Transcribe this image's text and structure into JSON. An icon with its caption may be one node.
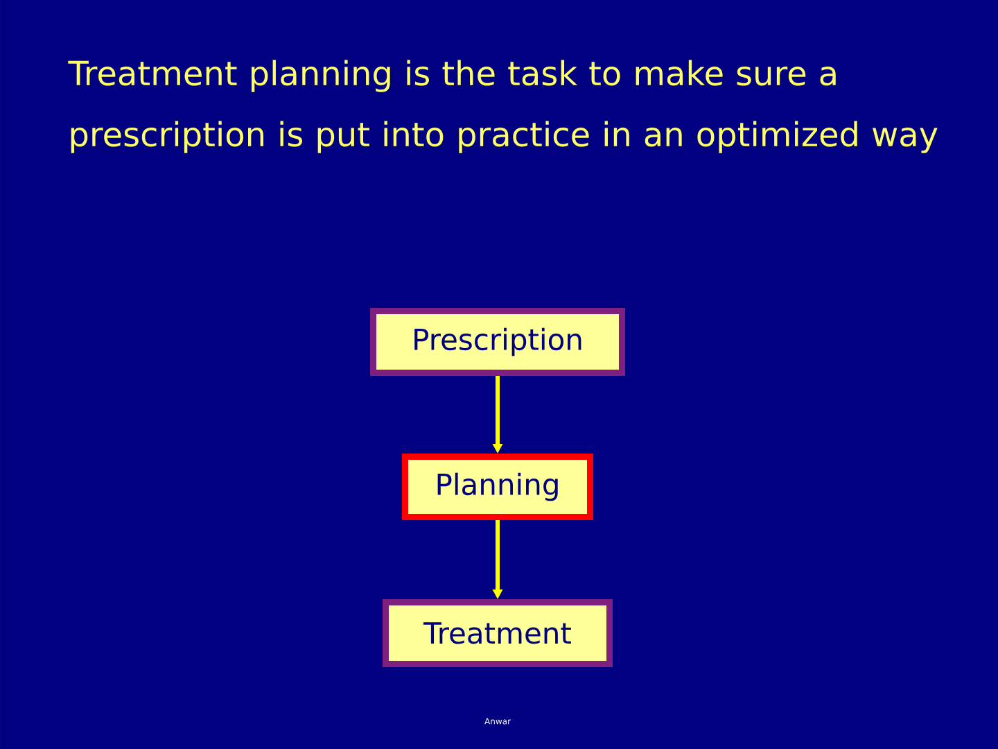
{
  "diagram": {
    "title": "Treatment planning is the task to make sure a prescription is put into practice in an optimized way",
    "nodes": [
      {
        "text": [
          "Prescription"
        ]
      },
      {
        "text": [
          "Planning"
        ]
      },
      {
        "text": [
          "Treatment"
        ]
      }
    ],
    "edges": [
      {
        "from": 0,
        "to": 1,
        "arrow": "to"
      },
      {
        "from": 1,
        "to": 2,
        "arrow": "to"
      }
    ],
    "labels": [
      "Anwar"
    ]
  }
}
